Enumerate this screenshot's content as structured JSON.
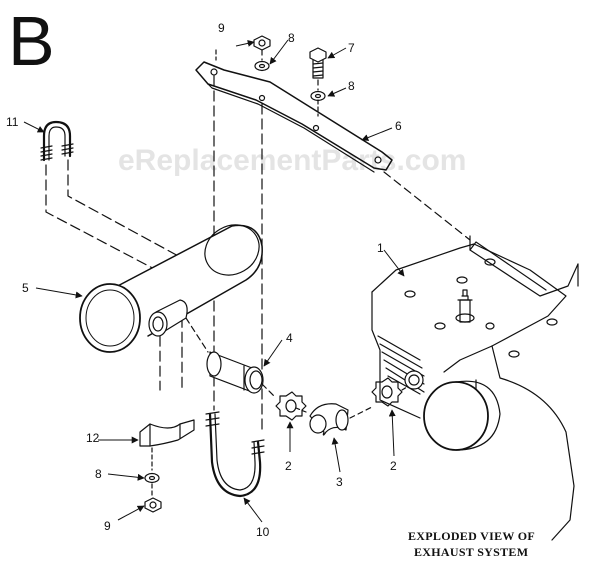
{
  "diagram": {
    "section_letter": "B",
    "caption_line1": "EXPLODED VIEW OF",
    "caption_line2": "EXHAUST SYSTEM",
    "watermark": "eReplacementParts.com"
  },
  "callouts": [
    {
      "id": "c1",
      "number": "1"
    },
    {
      "id": "c2a",
      "number": "2"
    },
    {
      "id": "c2b",
      "number": "2"
    },
    {
      "id": "c3",
      "number": "3"
    },
    {
      "id": "c4",
      "number": "4"
    },
    {
      "id": "c5",
      "number": "5"
    },
    {
      "id": "c6",
      "number": "6"
    },
    {
      "id": "c7",
      "number": "7"
    },
    {
      "id": "c8a",
      "number": "8"
    },
    {
      "id": "c8b",
      "number": "8"
    },
    {
      "id": "c8c",
      "number": "8"
    },
    {
      "id": "c9a",
      "number": "9"
    },
    {
      "id": "c9b",
      "number": "9"
    },
    {
      "id": "c10",
      "number": "10"
    },
    {
      "id": "c11",
      "number": "11"
    },
    {
      "id": "c12",
      "number": "12"
    }
  ]
}
